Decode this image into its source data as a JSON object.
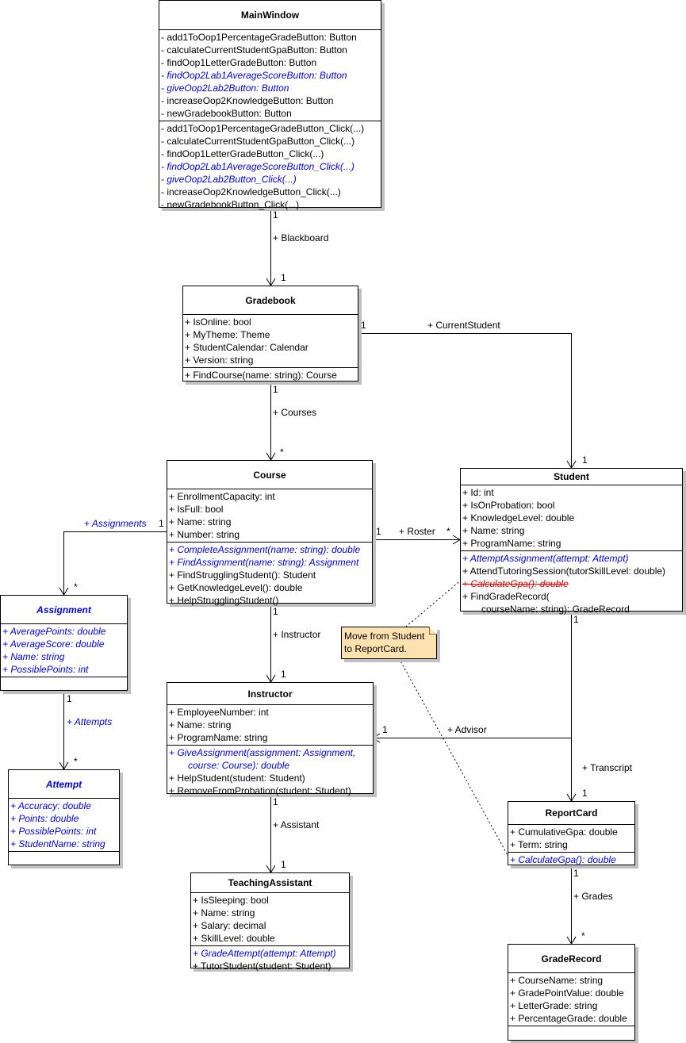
{
  "diagram": {
    "classes": {
      "mainwindow": {
        "name": "MainWindow",
        "attributes": [
          {
            "text": "- add1ToOop1PercentageGradeButton: Button",
            "style": "normal"
          },
          {
            "text": "- calculateCurrentStudentGpaButton: Button",
            "style": "normal"
          },
          {
            "text": "- findOop1LetterGradeButton: Button",
            "style": "normal"
          },
          {
            "text": "- findOop2Lab1AverageScoreButton: Button",
            "style": "blue"
          },
          {
            "text": "- giveOop2Lab2Button: Button",
            "style": "blue"
          },
          {
            "text": "- increaseOop2KnowledgeButton: Button",
            "style": "normal"
          },
          {
            "text": "- newGradebookButton: Button",
            "style": "normal"
          }
        ],
        "methods": [
          {
            "text": "- add1ToOop1PercentageGradeButton_Click(...)",
            "style": "normal"
          },
          {
            "text": "- calculateCurrentStudentGpaButton_Click(...)",
            "style": "normal"
          },
          {
            "text": "- findOop1LetterGradeButton_Click(...)",
            "style": "normal"
          },
          {
            "text": "- findOop2Lab1AverageScoreButton_Click(...)",
            "style": "blue"
          },
          {
            "text": "- giveOop2Lab2Button_Click(...)",
            "style": "blue"
          },
          {
            "text": "- increaseOop2KnowledgeButton_Click(...)",
            "style": "normal"
          },
          {
            "text": "- newGradebookButton_Click(...)",
            "style": "normal"
          }
        ]
      },
      "gradebook": {
        "name": "Gradebook",
        "attributes": [
          {
            "text": "+ IsOnline: bool",
            "style": "normal"
          },
          {
            "text": "+ MyTheme: Theme",
            "style": "normal"
          },
          {
            "text": "+ StudentCalendar: Calendar",
            "style": "normal"
          },
          {
            "text": "+ Version: string",
            "style": "normal"
          }
        ],
        "methods": [
          {
            "text": "+ FindCourse(name: string): Course",
            "style": "normal"
          }
        ]
      },
      "course": {
        "name": "Course",
        "attributes": [
          {
            "text": "+ EnrollmentCapacity: int",
            "style": "normal"
          },
          {
            "text": "+ IsFull: bool",
            "style": "normal"
          },
          {
            "text": "+ Name: string",
            "style": "normal"
          },
          {
            "text": "+ Number: string",
            "style": "normal"
          }
        ],
        "methods": [
          {
            "text": "+ CompleteAssignment(name: string): double",
            "style": "blue"
          },
          {
            "text": "+ FindAssignment(name: string): Assignment",
            "style": "blue"
          },
          {
            "text": "+ FindStrugglingStudent(): Student",
            "style": "normal"
          },
          {
            "text": "+ GetKnowledgeLevel(): double",
            "style": "normal"
          },
          {
            "text": "+ HelpStrugglingStudent()",
            "style": "normal"
          }
        ]
      },
      "student": {
        "name": "Student",
        "attributes": [
          {
            "text": "+ Id: int",
            "style": "normal"
          },
          {
            "text": "+ IsOnProbation: bool",
            "style": "normal"
          },
          {
            "text": "+ KnowledgeLevel: double",
            "style": "normal"
          },
          {
            "text": "+ Name: string",
            "style": "normal"
          },
          {
            "text": "+ ProgramName: string",
            "style": "normal"
          }
        ],
        "methods": [
          {
            "text": "+ AttemptAssignment(attempt: Attempt)",
            "style": "blue"
          },
          {
            "text": "+ AttendTutoringSession(tutorSkillLevel: double)",
            "style": "normal"
          },
          {
            "text": "+ CalculateGpa(): double",
            "style": "struck"
          },
          {
            "text": "+ FindGradeRecord(",
            "style": "normal"
          },
          {
            "text": "courseName: string): GradeRecord",
            "style": "cont"
          }
        ]
      },
      "assignment": {
        "name": "Assignment",
        "title_style": "blue",
        "attributes": [
          {
            "text": "+ AveragePoints: double",
            "style": "blue"
          },
          {
            "text": "+ AverageScore: double",
            "style": "blue"
          },
          {
            "text": "+ Name: string",
            "style": "blue"
          },
          {
            "text": "+ PossiblePoints: int",
            "style": "blue"
          }
        ],
        "methods": []
      },
      "attempt": {
        "name": "Attempt",
        "title_style": "blue",
        "attributes": [
          {
            "text": "+ Accuracy: double",
            "style": "blue"
          },
          {
            "text": "+ Points: double",
            "style": "blue"
          },
          {
            "text": "+ PossiblePoints: int",
            "style": "blue"
          },
          {
            "text": "+ StudentName: string",
            "style": "blue"
          }
        ],
        "methods": []
      },
      "instructor": {
        "name": "Instructor",
        "attributes": [
          {
            "text": "+ EmployeeNumber: int",
            "style": "normal"
          },
          {
            "text": "+ Name: string",
            "style": "normal"
          },
          {
            "text": "+ ProgramName: string",
            "style": "normal"
          }
        ],
        "methods": [
          {
            "text": "+ GiveAssignment(assignment: Assignment,",
            "style": "blue"
          },
          {
            "text": "course: Course): double",
            "style": "bluecont"
          },
          {
            "text": "+ HelpStudent(student: Student)",
            "style": "normal"
          },
          {
            "text": "+ RemoveFromProbation(student: Student)",
            "style": "normal"
          }
        ]
      },
      "teachingassistant": {
        "name": "TeachingAssistant",
        "attributes": [
          {
            "text": "+ IsSleeping: bool",
            "style": "normal"
          },
          {
            "text": "+ Name: string",
            "style": "normal"
          },
          {
            "text": "+ Salary: decimal",
            "style": "normal"
          },
          {
            "text": "+ SkillLevel: double",
            "style": "normal"
          }
        ],
        "methods": [
          {
            "text": "+ GradeAttempt(attempt: Attempt)",
            "style": "blue"
          },
          {
            "text": "+ TutorStudent(student: Student)",
            "style": "normal"
          }
        ]
      },
      "reportcard": {
        "name": "ReportCard",
        "attributes": [
          {
            "text": "+ CumulativeGpa: double",
            "style": "normal"
          },
          {
            "text": "+ Term: string",
            "style": "normal"
          }
        ],
        "methods": [
          {
            "text": "+ CalculateGpa(): double",
            "style": "blue"
          }
        ]
      },
      "graderecord": {
        "name": "GradeRecord",
        "attributes": [
          {
            "text": "+ CourseName: string",
            "style": "normal"
          },
          {
            "text": "+ GradePointValue: double",
            "style": "normal"
          },
          {
            "text": "+ LetterGrade: string",
            "style": "normal"
          },
          {
            "text": "+ PercentageGrade: double",
            "style": "normal"
          }
        ],
        "methods": []
      }
    },
    "associations": {
      "blackboard": {
        "role": "+ Blackboard",
        "src_mult": "1",
        "dst_mult": "1"
      },
      "current_student": {
        "role": "+ CurrentStudent",
        "src_mult": "1",
        "dst_mult": "1"
      },
      "courses": {
        "role": "+ Courses",
        "src_mult": "1",
        "dst_mult": "*"
      },
      "assignments": {
        "role": "+ Assignments",
        "src_mult": "1",
        "dst_mult": "*"
      },
      "roster": {
        "role": "+ Roster",
        "src_mult": "1",
        "dst_mult": "*"
      },
      "attempts": {
        "role": "+ Attempts",
        "src_mult": "1",
        "dst_mult": "*"
      },
      "instructor": {
        "role": "+ Instructor",
        "src_mult": "1",
        "dst_mult": "1"
      },
      "advisor": {
        "role": "+ Advisor",
        "dst_mult": "1"
      },
      "transcript": {
        "role": "+ Transcript",
        "src_mult": "1",
        "dst_mult": "1"
      },
      "assistant": {
        "role": "+ Assistant",
        "src_mult": "1",
        "dst_mult": "1"
      },
      "grades": {
        "role": "+ Grades",
        "src_mult": "1",
        "dst_mult": "*"
      }
    },
    "note": {
      "lines": [
        "Move from Student",
        "to ReportCard."
      ],
      "color": "#fde2b0"
    },
    "colors": {
      "added": "#0000ee",
      "removed": "#ee0000"
    }
  }
}
